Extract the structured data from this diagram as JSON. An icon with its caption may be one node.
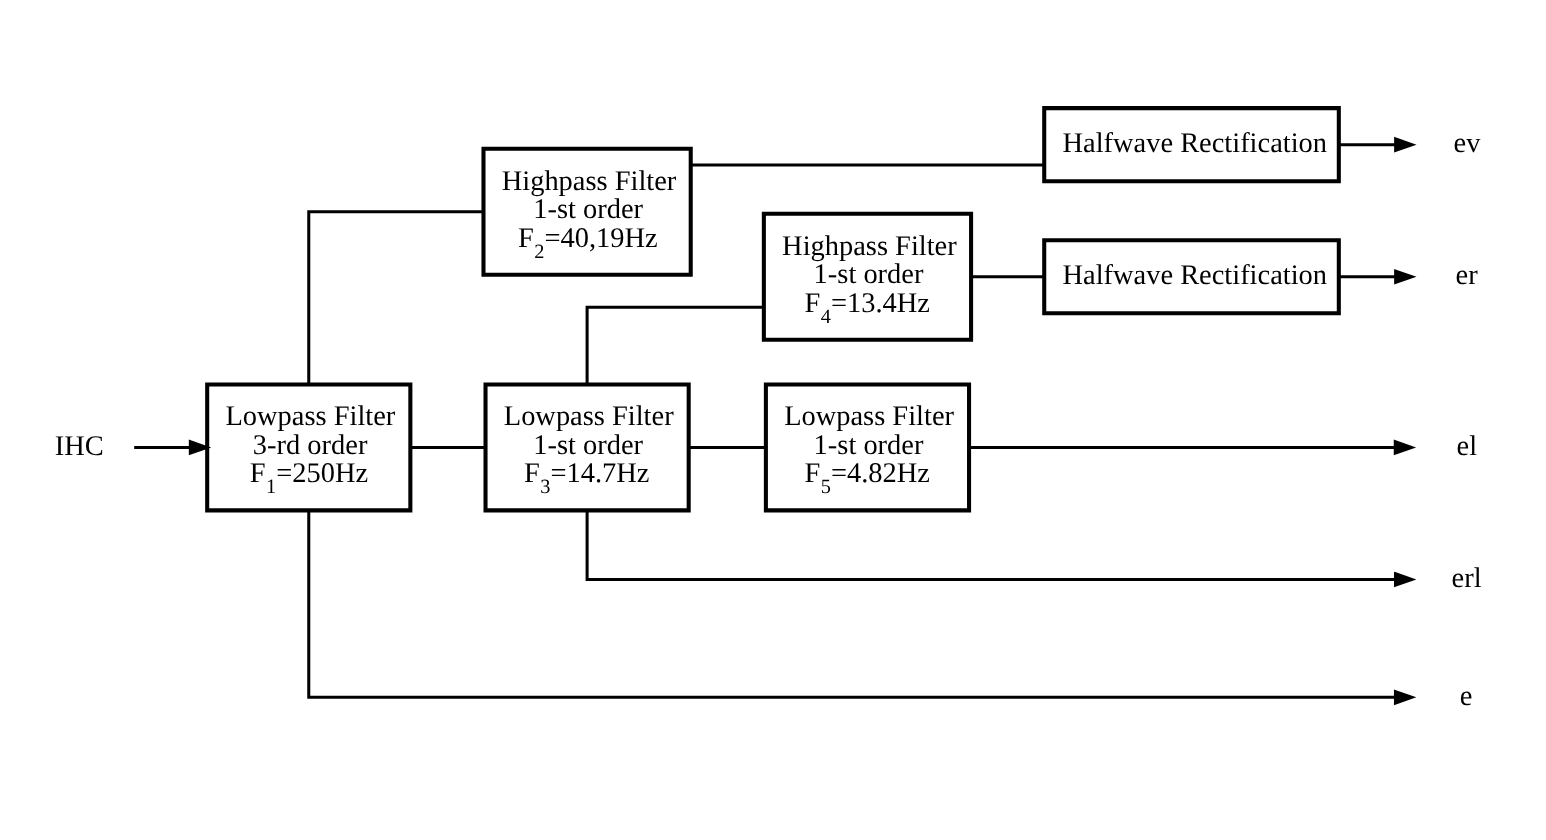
{
  "diagram": {
    "nodes": [
      {
        "text": [
          "IHC"
        ]
      },
      {
        "text": [
          "Lowpass Filter",
          "3-rd order",
          "F$_{1}$=250Hz"
        ]
      },
      {
        "text": [
          "Highpass Filter",
          "1-st order",
          "F$_{2}$=40,19Hz"
        ]
      },
      {
        "text": [
          "Halfwave Rectification"
        ]
      },
      {
        "text": [
          "Lowpass Filter",
          "1-st order",
          "F$_{3}$=14.7Hz"
        ]
      },
      {
        "text": [
          "Highpass Filter",
          "1-st order",
          "F$_{4}$=13.4Hz"
        ]
      },
      {
        "text": [
          "Halfwave Rectification"
        ]
      },
      {
        "text": [
          "Lowpass Filter",
          "1-st order",
          "F$_{5}$=4.82Hz"
        ]
      },
      {
        "text": [
          "e"
        ]
      },
      {
        "text": [
          "ev"
        ]
      },
      {
        "text": [
          "er"
        ]
      },
      {
        "text": [
          "el"
        ]
      },
      {
        "text": [
          "erl"
        ]
      }
    ],
    "edges": [
      {
        "from": 0,
        "to": 1,
        "arrow": "to"
      },
      {
        "from": 1,
        "to": 8,
        "arrow": "to"
      },
      {
        "from": 1,
        "to": 2,
        "arrow": "none"
      },
      {
        "from": 1,
        "to": 4,
        "arrow": "none"
      },
      {
        "from": 2,
        "to": 3,
        "arrow": "none"
      },
      {
        "from": 3,
        "to": 9,
        "arrow": "to"
      },
      {
        "from": 4,
        "to": 5,
        "arrow": "none"
      },
      {
        "from": 5,
        "to": 6,
        "arrow": "none"
      },
      {
        "from": 6,
        "to": 10,
        "arrow": "to"
      },
      {
        "from": 4,
        "to": 7,
        "arrow": "none"
      },
      {
        "from": 7,
        "to": 11,
        "arrow": "to"
      },
      {
        "from": 4,
        "to": 12,
        "arrow": "to"
      }
    ]
  }
}
